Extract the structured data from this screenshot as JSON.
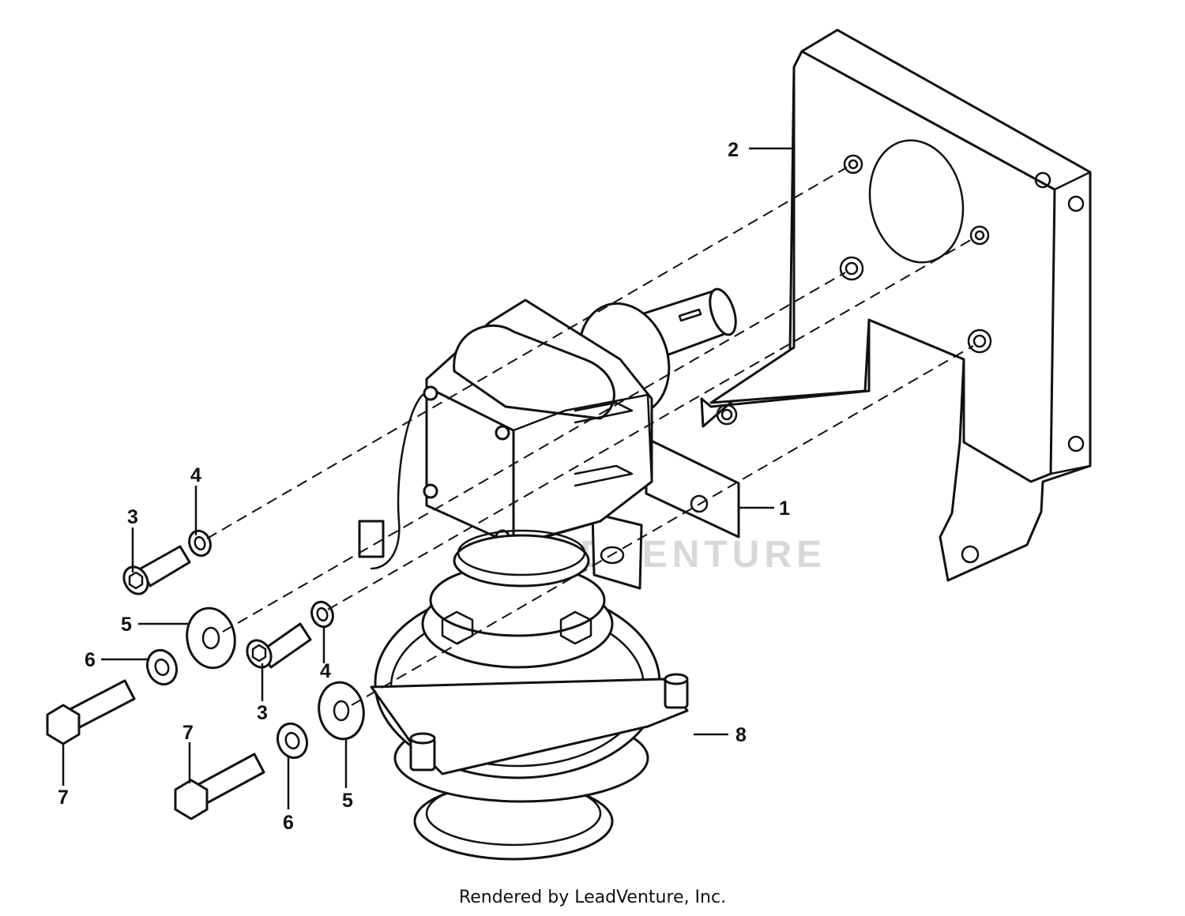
{
  "watermark": "LEADVENTURE",
  "footer": "Rendered by LeadVenture, Inc.",
  "callouts": {
    "c1": "1",
    "c2": "2",
    "c3a": "3",
    "c3b": "3",
    "c4a": "4",
    "c4b": "4",
    "c5a": "5",
    "c5b": "5",
    "c6a": "6",
    "c6b": "6",
    "c7a": "7",
    "c7b": "7",
    "c8": "8"
  }
}
